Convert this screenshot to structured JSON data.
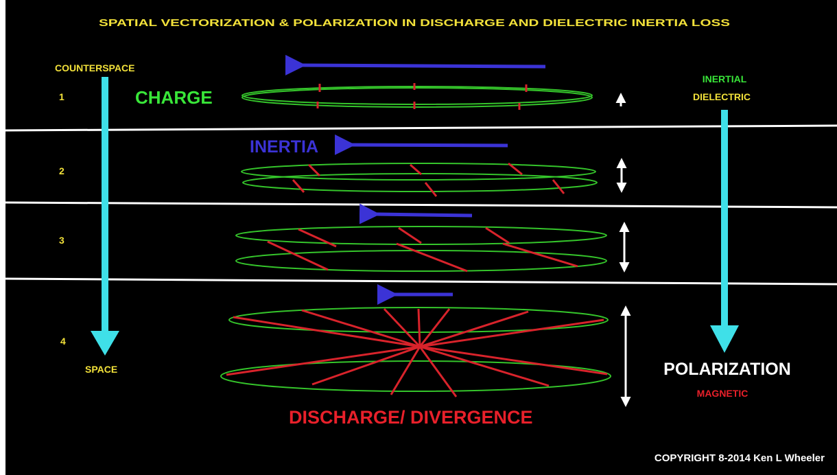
{
  "title": "SPATIAL VECTORIZATION & POLARIZATION IN DISCHARGE AND DIELECTRIC INERTIA LOSS",
  "left_axis": {
    "top_label": "COUNTERSPACE",
    "bottom_label": "SPACE"
  },
  "right_axis": {
    "top_label_line1": "INERTIAL",
    "top_label_line2": "DIELECTRIC",
    "bottom_label": "POLARIZATION",
    "sub_label": "MAGNETIC"
  },
  "rows": [
    {
      "number": "1",
      "label": "CHARGE"
    },
    {
      "number": "2",
      "label": "INERTIA"
    },
    {
      "number": "3",
      "label": ""
    },
    {
      "number": "4",
      "label": "DISCHARGE/ DIVERGENCE"
    }
  ],
  "copyright": "COPYRIGHT 8-2014 Ken L Wheeler",
  "colors": {
    "background": "#000000",
    "title": "#f2e13a",
    "charge": "#39e639",
    "inertia": "#3b33d6",
    "discharge": "#e8202a",
    "ring": "#35c52b",
    "flux": "#d8232b",
    "cyan_arrow": "#3fe0e8",
    "white": "#ffffff"
  }
}
